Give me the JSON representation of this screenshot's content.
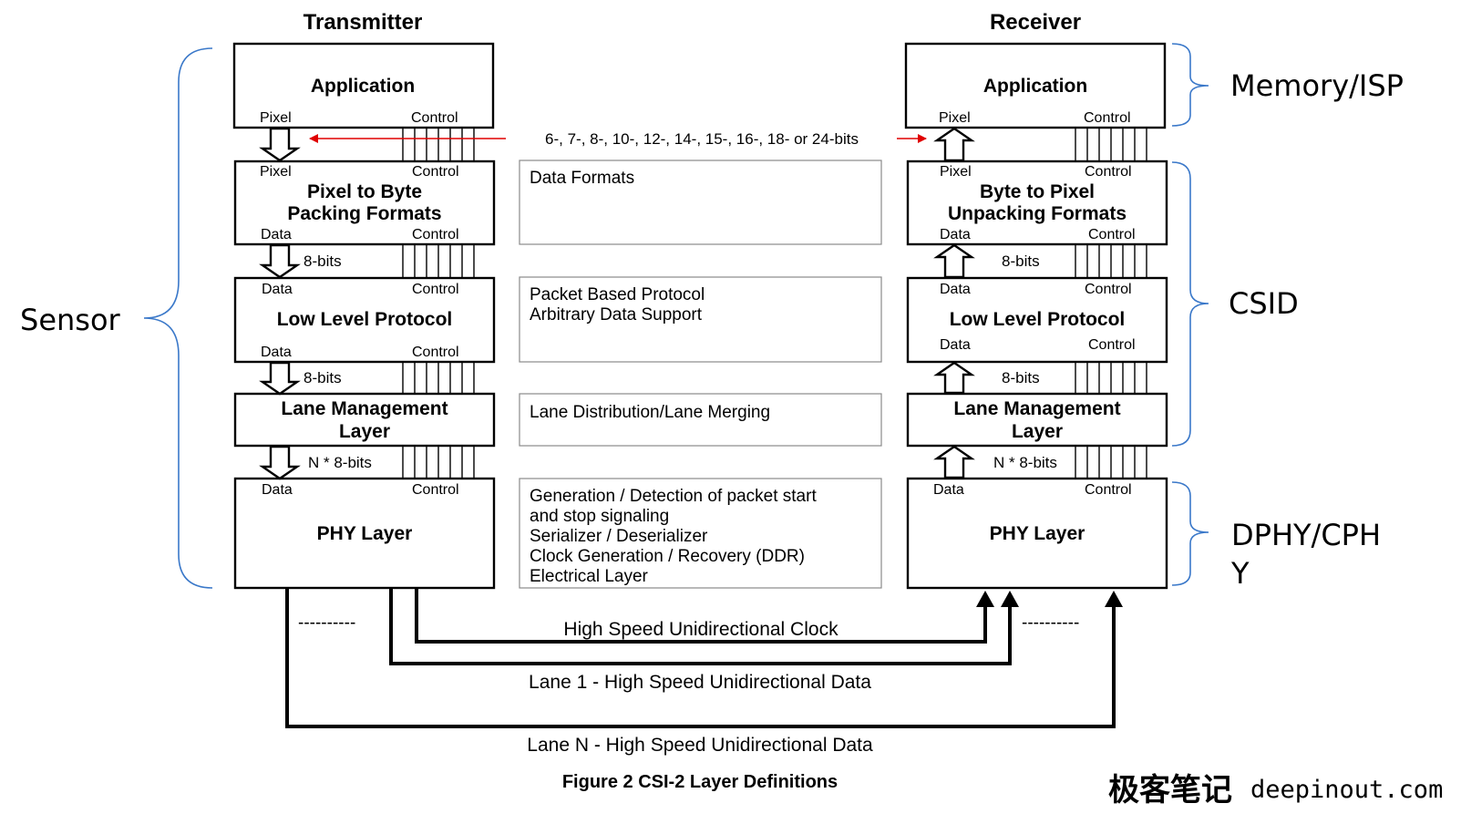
{
  "titles": {
    "transmitter": "Transmitter",
    "receiver": "Receiver"
  },
  "ports": {
    "pixel": "Pixel",
    "control": "Control",
    "data": "Data"
  },
  "transmitter_layers": {
    "application": "Application",
    "pixel_to_byte_1": "Pixel to Byte",
    "pixel_to_byte_2": "Packing Formats",
    "low_level": "Low Level Protocol",
    "lane_mgmt_1": "Lane Management",
    "lane_mgmt_2": "Layer",
    "phy": "PHY Layer"
  },
  "receiver_layers": {
    "application": "Application",
    "byte_to_pixel_1": "Byte to Pixel",
    "byte_to_pixel_2": "Unpacking Formats",
    "low_level": "Low Level Protocol",
    "lane_mgmt_1": "Lane Management",
    "lane_mgmt_2": "Layer",
    "phy": "PHY Layer"
  },
  "bus_widths": {
    "pixel_bits": "6-, 7-, 8-, 10-, 12-, 14-, 15-, 16-, 18- or 24-bits",
    "byte": "8-bits",
    "lanes": "N * 8-bits"
  },
  "descriptions": {
    "data_formats": [
      "Data Formats"
    ],
    "protocol": [
      "Packet Based Protocol",
      "Arbitrary Data Support"
    ],
    "lanes": [
      "Lane Distribution/Lane Merging"
    ],
    "phy": [
      "Generation / Detection of packet start",
      "and stop signaling",
      "Serializer / Deserializer",
      "Clock Generation / Recovery (DDR)",
      "Electrical Layer"
    ]
  },
  "signals": {
    "dashes": "----------",
    "clock": "High Speed Unidirectional Clock",
    "lane1": "Lane 1 - High Speed Unidirectional Data",
    "laneN": "Lane N - High Speed Unidirectional Data"
  },
  "side_labels": {
    "sensor": "Sensor",
    "memory_isp": "Memory/ISP",
    "csid": "CSID",
    "dphy_1": "DPHY/CPH",
    "dphy_2": "Y"
  },
  "caption": "Figure 2 CSI-2 Layer Definitions",
  "watermark": {
    "cn": "极客笔记",
    "url": "deepinout.com"
  },
  "colors": {
    "brace": "#3a78c9",
    "pixel_bus_arrow": "#e00000"
  }
}
